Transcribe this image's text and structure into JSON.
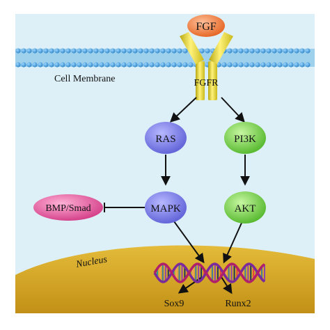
{
  "labels": {
    "fgf": "FGF",
    "fgfr": "FGFR",
    "cell_membrane": "Cell Membrane",
    "nucleus": "Nucleus",
    "ras": "RAS",
    "pi3k": "PI3K",
    "mapk": "MAPK",
    "akt": "AKT",
    "bmp_smad": "BMP/Smad",
    "sox9": "Sox9",
    "runx2": "Runx2"
  },
  "colors": {
    "cytoplasm": "#ddf0f8",
    "membrane_band": "#9fd0ec",
    "lipid_head": "#3d9bd8",
    "nucleus_fill": "#d9ac2a",
    "fgf_fill": "#ef7d3b",
    "receptor_fill": "#e9dd2e",
    "purple_node": "#7d7ee8",
    "green_node": "#7ddb45",
    "pink_node": "#ea5aa4",
    "arrow": "#111111"
  },
  "edges": [
    {
      "from": "fgfr",
      "to": "ras",
      "type": "activation"
    },
    {
      "from": "fgfr",
      "to": "pi3k",
      "type": "activation"
    },
    {
      "from": "ras",
      "to": "mapk",
      "type": "activation"
    },
    {
      "from": "pi3k",
      "to": "akt",
      "type": "activation"
    },
    {
      "from": "mapk",
      "to": "bmp_smad",
      "type": "inhibition"
    },
    {
      "from": "mapk",
      "to": "dna",
      "type": "activation"
    },
    {
      "from": "akt",
      "to": "dna",
      "type": "activation"
    },
    {
      "from": "dna",
      "to": "sox9",
      "type": "activation"
    },
    {
      "from": "dna",
      "to": "runx2",
      "type": "activation"
    }
  ]
}
